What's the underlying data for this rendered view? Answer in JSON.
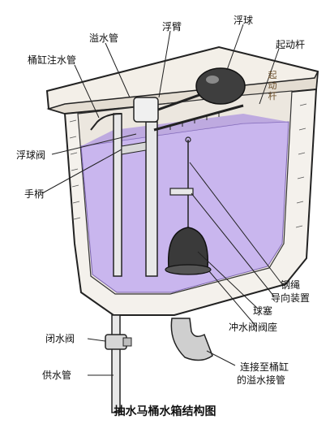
{
  "labels": {
    "overflow_pipe": "溢水管",
    "float_arm": "浮臂",
    "float_ball": "浮球",
    "tank_fill_pipe": "桶缸注水管",
    "lift_rod": "起动杆",
    "lift_rod_vertical": "起动杆",
    "ball_cock": "浮球阀",
    "handle": "手柄",
    "wire": "钢绳",
    "guide": "导向装置",
    "ball_plug": "球塞",
    "flush_valve_seat": "冲水阀阀座",
    "shutoff_valve": "闭水阀",
    "supply_pipe": "供水管",
    "connect_line1": "连接至桶缸",
    "connect_line2": "的溢水接管"
  },
  "caption": "抽水马桶水箱结构图",
  "colors": {
    "water": "#c9b6ee",
    "water_dark": "#b39be0",
    "tank_outline": "#222222",
    "interior": "#f4f1ec",
    "ball": "#3e3e3e",
    "metal": "#e8e8e8"
  }
}
